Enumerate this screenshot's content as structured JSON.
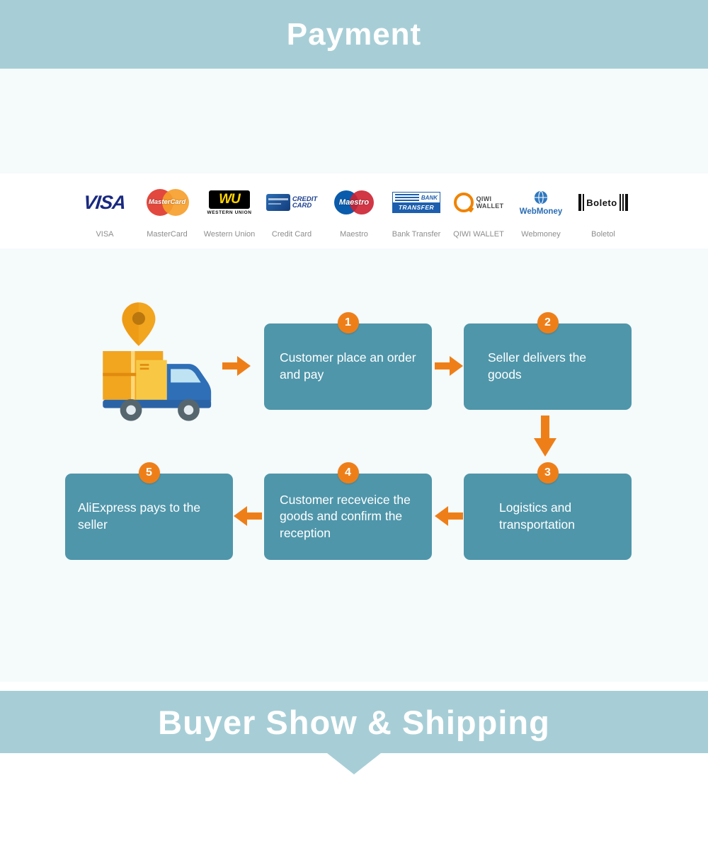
{
  "banners": {
    "payment": "Payment",
    "buyer_show": "Buyer Show & Shipping"
  },
  "colors": {
    "banner_teal": "#a7ced6",
    "box_teal": "#4f96aa",
    "accent_orange": "#ee7f18"
  },
  "payment_methods": [
    {
      "label": "VISA",
      "logo": "VISA"
    },
    {
      "label": "MasterCard",
      "logo": "MasterCard"
    },
    {
      "label": "Western Union",
      "logo_top": "WU",
      "logo_bottom": "WESTERN UNION"
    },
    {
      "label": "Credit Card",
      "logo_top": "CREDIT",
      "logo_bottom": "CARD"
    },
    {
      "label": "Maestro",
      "logo": "Maestro"
    },
    {
      "label": "Bank Transfer",
      "logo_top": "BANK",
      "logo_bottom": "TRANSFER"
    },
    {
      "label": "QIWI WALLET",
      "logo_top": "QIWI",
      "logo_bottom": "WALLET"
    },
    {
      "label": "Webmoney",
      "logo": "WebMoney"
    },
    {
      "label": "Boletol",
      "logo": "Boleto"
    }
  ],
  "flow": {
    "steps": [
      {
        "number": "1",
        "text": "Customer place an order and pay"
      },
      {
        "number": "2",
        "text": "Seller delivers the goods"
      },
      {
        "number": "3",
        "text": "Logistics and transportation"
      },
      {
        "number": "4",
        "text": "Customer receveice the goods and confirm the reception"
      },
      {
        "number": "5",
        "text": "AliExpress pays to the seller"
      }
    ]
  }
}
